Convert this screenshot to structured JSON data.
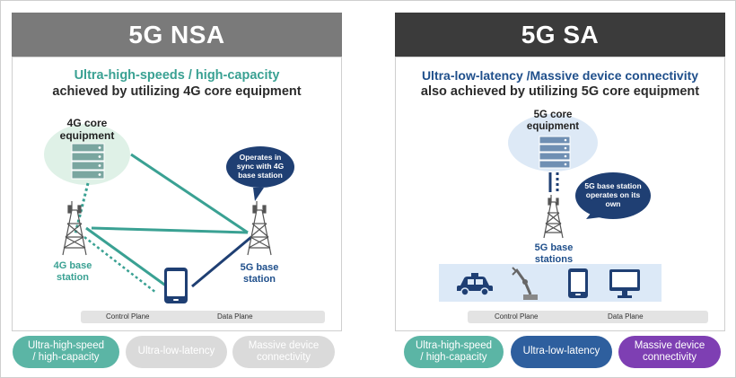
{
  "nsa": {
    "header": "5G NSA",
    "title_line1": "Ultra-high-speeds / high-capacity",
    "title_line2": "achieved by utilizing 4G core equipment",
    "core_label": "4G core\nequipment",
    "base4g_label": "4G base\nstation",
    "base5g_label": "5G base\nstation",
    "bubble": "Operates in\nsync with 4G\nbase station",
    "legend": {
      "control": "Control Plane",
      "data": "Data Plane"
    },
    "pills": [
      "Ultra-high-speed\n/ high-capacity",
      "Ultra-low-latency",
      "Massive device\nconnectivity"
    ]
  },
  "sa": {
    "header": "5G SA",
    "title_line1": "Ultra-low-latency /Massive device connectivity",
    "title_line2": "also achieved by utilizing 5G core equipment",
    "core_label": "5G core\nequipment",
    "base_label": "5G base\nstations",
    "bubble": "5G base station\noperates on its\nown",
    "legend": {
      "control": "Control Plane",
      "data": "Data Plane"
    },
    "pills": [
      "Ultra-high-speed\n/ high-capacity",
      "Ultra-low-latency",
      "Massive device\nconnectivity"
    ]
  },
  "colors": {
    "teal": "#3aa193",
    "navy": "#1f3f73",
    "title_navy": "#1f4f8b",
    "pill_green": "#5bb5a5",
    "pill_blue": "#2e5f9e",
    "pill_purple": "#7e3fb3",
    "pill_gray": "#dadada"
  },
  "icons": [
    "server-icon",
    "tower-icon",
    "smartphone-icon",
    "car-icon",
    "robot-arm-icon",
    "monitor-icon"
  ]
}
